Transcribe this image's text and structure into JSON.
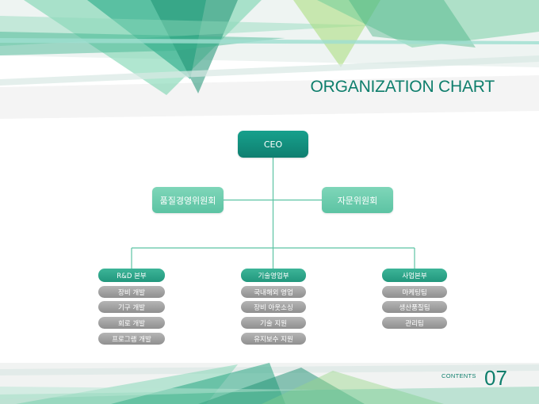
{
  "title": "ORGANIZATION CHART",
  "colors": {
    "accent": "#0e7e6c",
    "ceo": "#138c7b",
    "committee": "#6ccdaf",
    "department": "#2ba88b",
    "team": "#a3a3a3"
  },
  "org": {
    "ceo": "CEO",
    "committees": [
      "품질경영위원회",
      "자문위원회"
    ],
    "departments": [
      {
        "label": "R&D 본부",
        "teams": [
          "장비 개발",
          "기구 개발",
          "회로 개발",
          "프로그램 개발"
        ]
      },
      {
        "label": "기술영업부",
        "teams": [
          "국내해외 영업",
          "장비 아웃소싱",
          "기술 지원",
          "유지보수 지원"
        ]
      },
      {
        "label": "사업본부",
        "teams": [
          "마케팅팀",
          "생산품질팀",
          "관리팀"
        ]
      }
    ]
  },
  "footer": {
    "label": "CONTENTS",
    "page_number": "07"
  }
}
